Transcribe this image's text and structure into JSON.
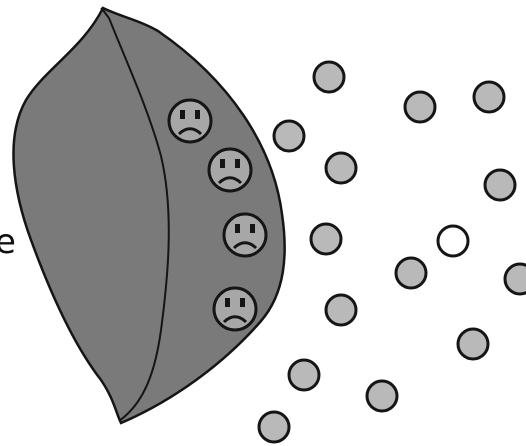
{
  "label": {
    "text": "e"
  },
  "colors": {
    "background": "#ffffff",
    "leaf_fill": "#7a7a7a",
    "outline": "#151515",
    "particle_fill": "#b9b9b9",
    "particle_ring": "#8d8d8d",
    "empty_particle_fill": "#ffffff",
    "face_fill": "#a7a7a7"
  },
  "diagram": {
    "leaf_icon": "leaf-icon",
    "face_icon": "sad-face-icon",
    "particle_icon": "particle-icon",
    "sad_face_count": 4,
    "shaded_particle_count": 14,
    "empty_particle_count": 1
  }
}
